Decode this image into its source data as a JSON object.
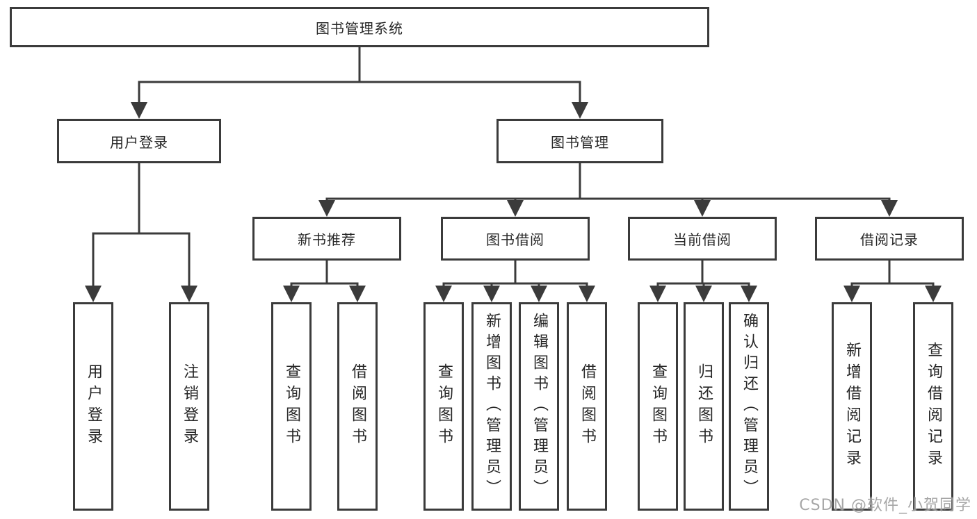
{
  "tree": {
    "label": "图书管理系统",
    "children": [
      {
        "label": "用户登录",
        "children": [
          {
            "label": "用户登录"
          },
          {
            "label": "注销登录"
          }
        ]
      },
      {
        "label": "图书管理",
        "children": [
          {
            "label": "新书推荐",
            "children": [
              {
                "label": "查询图书"
              },
              {
                "label": "借阅图书"
              }
            ]
          },
          {
            "label": "图书借阅",
            "children": [
              {
                "label": "查询图书"
              },
              {
                "label": "新增图书（管理员）"
              },
              {
                "label": "编辑图书（管理员）"
              },
              {
                "label": "借阅图书"
              }
            ]
          },
          {
            "label": "当前借阅",
            "children": [
              {
                "label": "查询图书"
              },
              {
                "label": "归还图书"
              },
              {
                "label": "确认归还（管理员）"
              }
            ]
          },
          {
            "label": "借阅记录",
            "children": [
              {
                "label": "新增借阅记录"
              },
              {
                "label": "查询借阅记录"
              }
            ]
          }
        ]
      }
    ]
  },
  "watermark": "CSDN @软件_小贺同学",
  "colors": {
    "line": "#3b3b3b",
    "box_border": "#3b3b3b",
    "text": "#262626",
    "background": "#ffffff",
    "watermark": "#919191"
  }
}
